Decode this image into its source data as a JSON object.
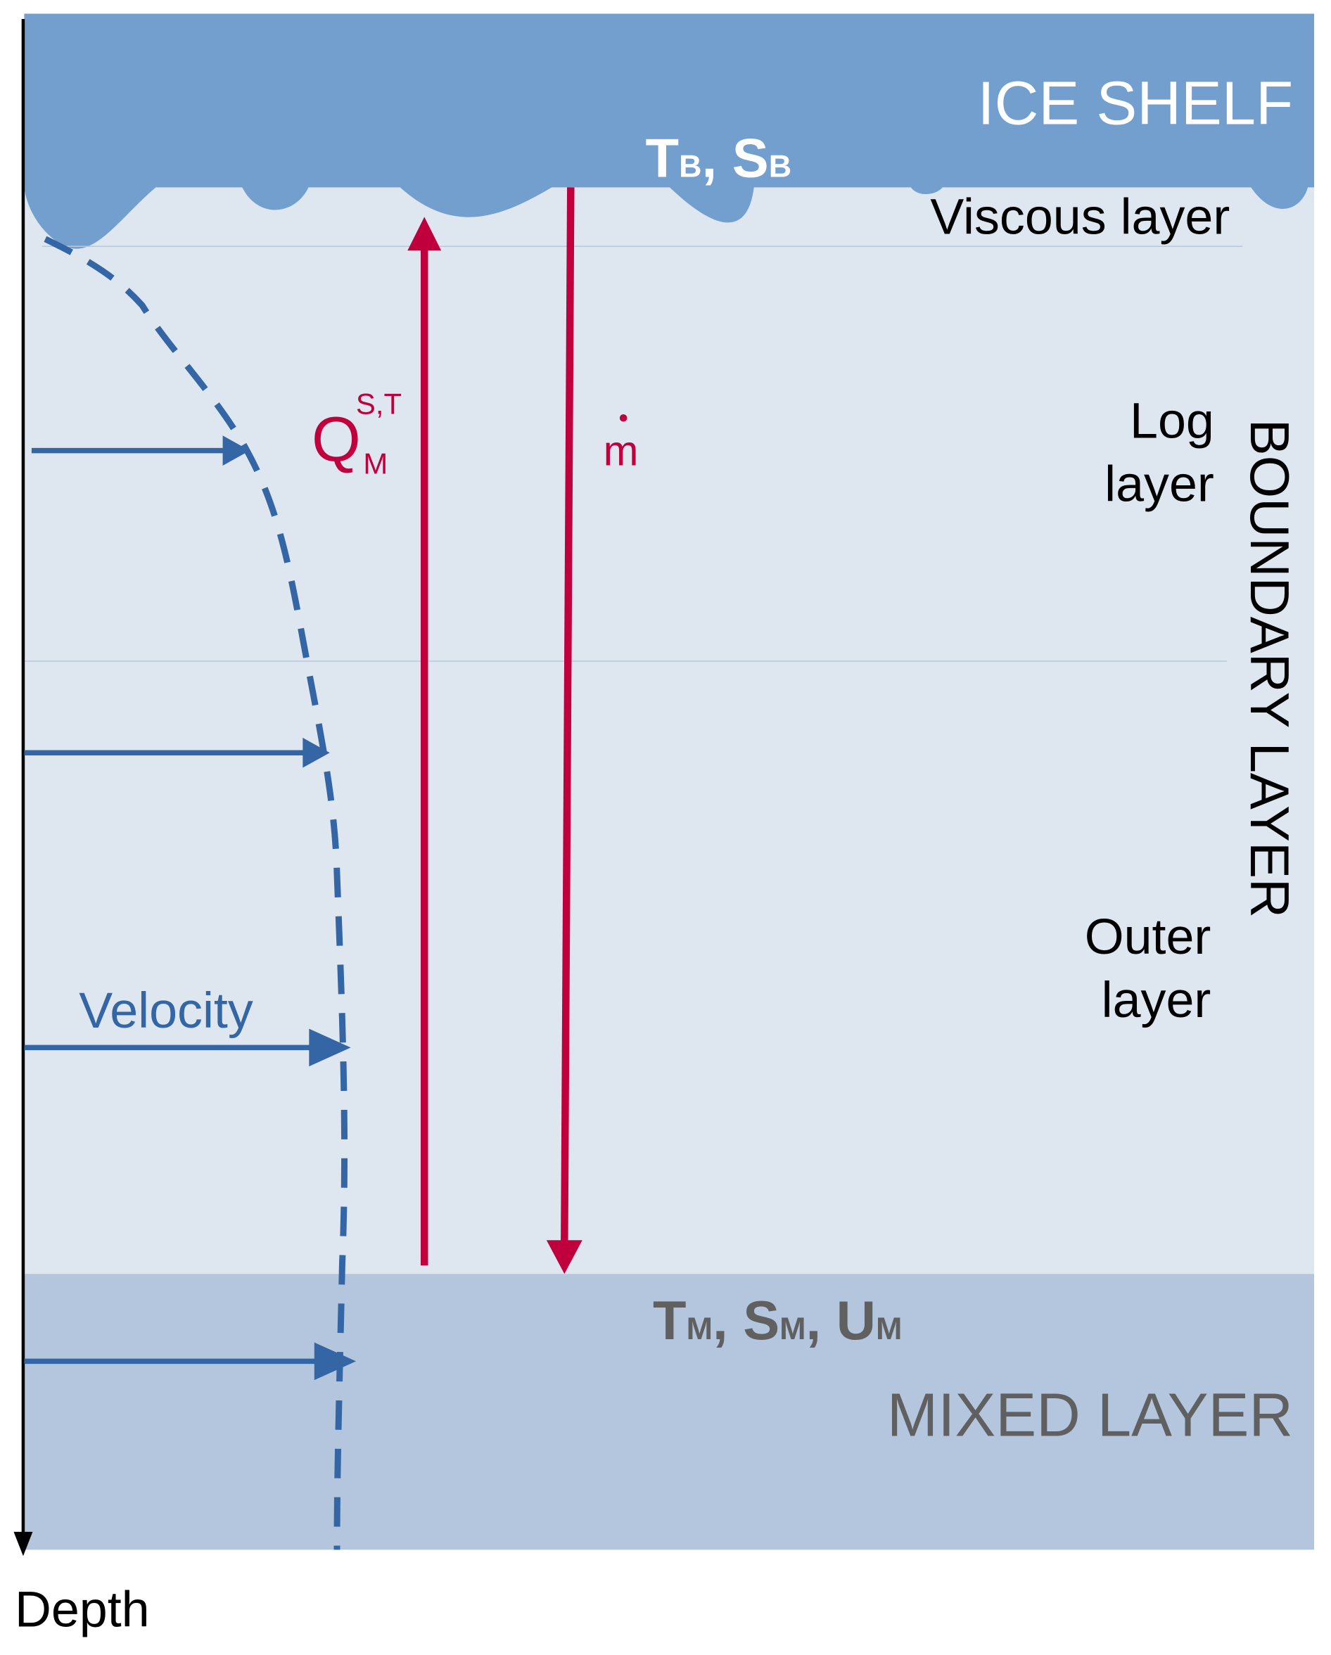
{
  "ice_shelf": {
    "label": "ICE SHELF",
    "vars": {
      "t": "T",
      "t_sub": "B",
      "sep": ", ",
      "s": "S",
      "s_sub": "B"
    }
  },
  "boundary_layer": {
    "label": "BOUNDARY LAYER",
    "viscous": "Viscous layer",
    "log": [
      "Log",
      "layer"
    ],
    "outer": [
      "Outer",
      "layer"
    ]
  },
  "flux": {
    "q": "Q",
    "q_sup": "S,T",
    "q_sub": "M",
    "melt": "m",
    "melt_dot": "."
  },
  "velocity": {
    "label": "Velocity"
  },
  "mixed_layer": {
    "label": "MIXED LAYER",
    "vars": {
      "t": "T",
      "t_sub": "M",
      "s": "S",
      "s_sub": "M",
      "u": "U",
      "u_sub": "M",
      "sep": ", "
    }
  },
  "axis": {
    "label": "Depth"
  },
  "colors": {
    "ice": "#739fcf",
    "boundary": "#dee6ef",
    "mixed": "#b3c6dd",
    "velocity": "#3465a4",
    "flux": "#c0003c",
    "mixed_text": "#606060"
  }
}
